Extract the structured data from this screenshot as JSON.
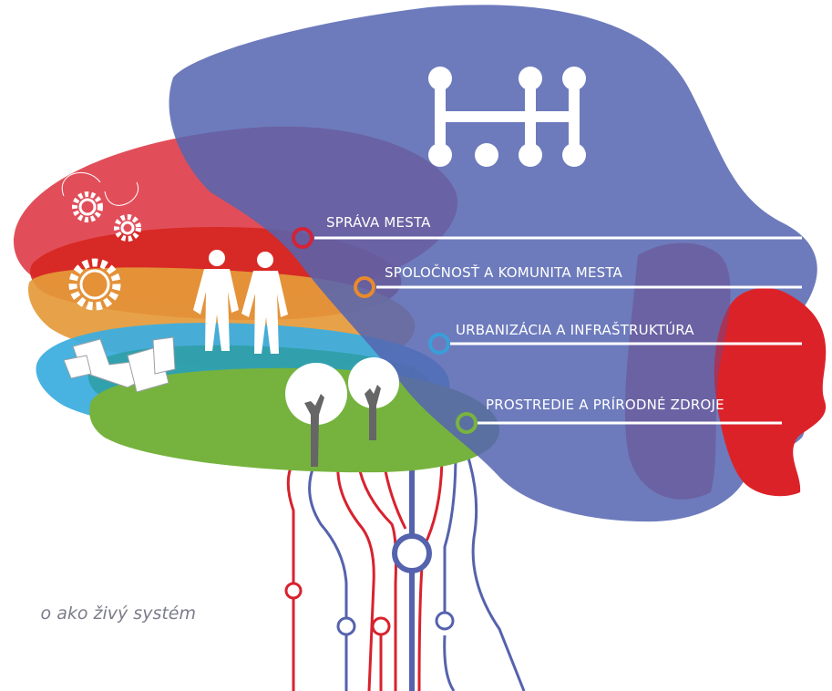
{
  "categories": [
    {
      "label": "SPRÁVA MESTA",
      "color": "#d42237"
    },
    {
      "label": "SPOLOČNOSŤ A KOMUNITA MESTA",
      "color": "#e88a2c"
    },
    {
      "label": "URBANIZÁCIA A INFRAŠTRUKTÚRA",
      "color": "#3a9fd8"
    },
    {
      "label": "PROSTREDIE A PRÍRODNÉ ZDROJE",
      "color": "#7ab33f"
    }
  ],
  "caption": "o ako živý systém",
  "colors": {
    "head": "#5f6fb6",
    "face_red": "#dc2229",
    "circuit_red": "#d8222e",
    "circuit_blue": "#5562ad"
  },
  "icons": [
    "logo-icon",
    "gear-icon",
    "people-icon",
    "buildings-icon",
    "tree-icon"
  ]
}
